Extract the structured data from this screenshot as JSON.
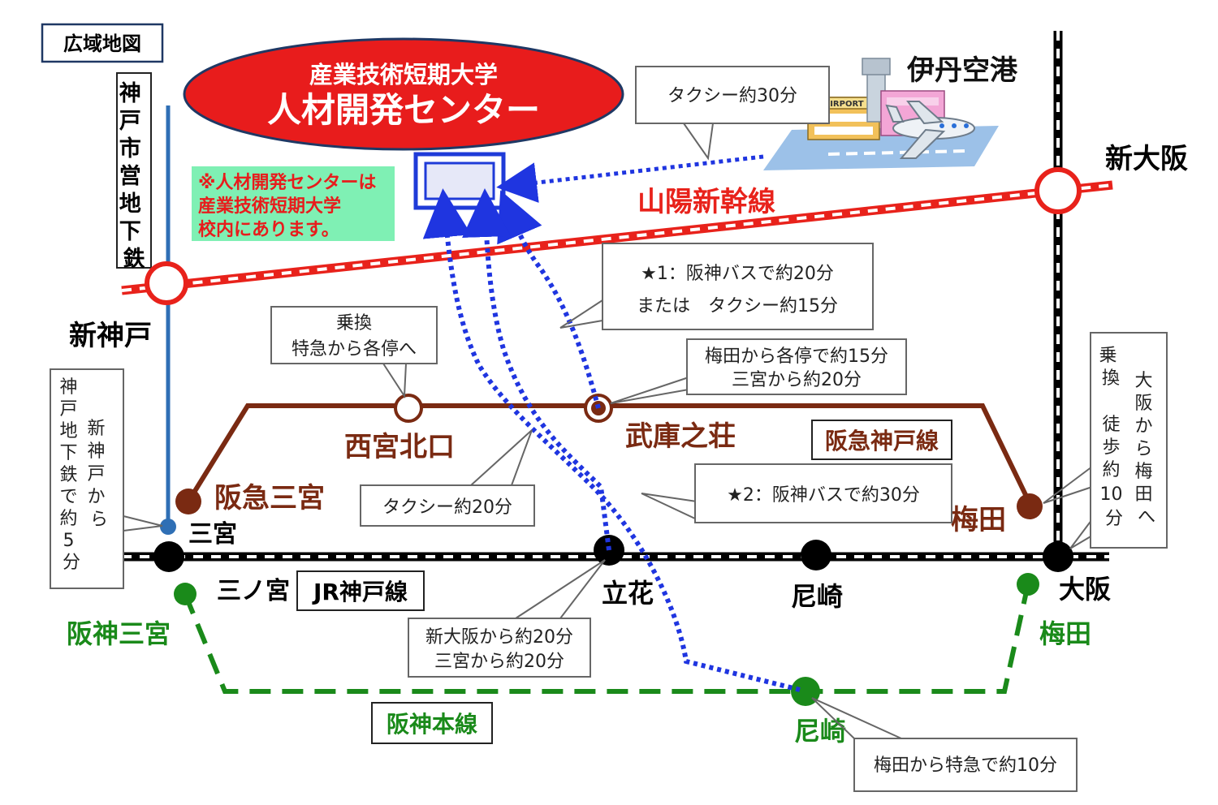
{
  "map_title": "広域地図",
  "venue": {
    "line1": "産業技術短期大学",
    "line2": "人材開発センター"
  },
  "note": {
    "line1": "※人材開発センターは",
    "line2": "産業技術短期大学",
    "line3": "校内にあります。"
  },
  "airport": {
    "name": "伊丹空港",
    "building_sign": "AIRPORT",
    "taxi": "タクシー約30分"
  },
  "lines": {
    "shinkansen": "山陽新幹線",
    "subway": "神戸市営地下鉄",
    "hankyu": "阪急神戸線",
    "jr": "JR神戸線",
    "hanshin": "阪神本線"
  },
  "stations": {
    "shin_kobe": "新神戸",
    "shin_osaka": "新大阪",
    "nishinomiya_kitaguchi": "西宮北口",
    "mukonoso": "武庫之荘",
    "hankyu_sannomiya": "阪急三宮",
    "umeda_hankyu": "梅田",
    "sannomiya": "三宮",
    "sannomiya_jr": "三ノ宮",
    "tachibana": "立花",
    "amagasaki_jr": "尼崎",
    "osaka": "大阪",
    "hanshin_sannomiya": "阪神三宮",
    "umeda_hanshin": "梅田",
    "amagasaki_hanshin": "尼崎"
  },
  "callouts": {
    "bus1_line1": "★1：阪神バスで約20分",
    "bus1_line2": "または　タクシー約15分",
    "transfer_line1": "乗換",
    "transfer_line2": "特急から各停へ",
    "mukonoso_line1": "梅田から各停で約15分",
    "mukonoso_line2": "三宮から約20分",
    "subway_text": [
      "神",
      "戸",
      "地",
      "下",
      "鉄",
      "で",
      "約",
      "5",
      "分"
    ],
    "subway_text2": [
      "新",
      "神",
      "戸",
      "か",
      "ら"
    ],
    "taxi20": "タクシー約20分",
    "bus2": "★2：阪神バスで約30分",
    "osaka_col1": [
      "乗",
      "換"
    ],
    "osaka_col2": [
      "徒",
      "歩",
      "約",
      "10",
      "分"
    ],
    "osaka_col3": [
      "大",
      "阪",
      "か",
      "ら",
      "梅",
      "田",
      "へ"
    ],
    "tachibana_line1": "新大阪から約20分",
    "tachibana_line2": "三宮から約20分",
    "amagasaki_text": "梅田から特急で約10分"
  },
  "colors": {
    "red": "#e8221b",
    "hankyu": "#7a2a12",
    "hanshin": "#1a8a1a",
    "subway": "#2f6fb5",
    "route": "#1f35e0",
    "note_bg": "#7ff0b4"
  }
}
